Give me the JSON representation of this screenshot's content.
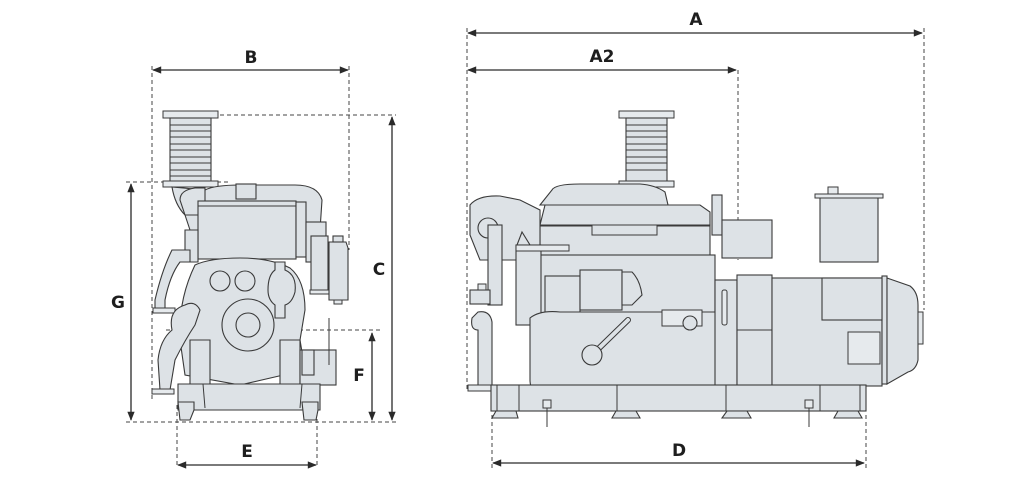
{
  "drawing": {
    "title": "Generator set dimension drawing",
    "colors": {
      "body_fill": "#dde2e6",
      "outline": "#3a3a3a",
      "dimension": "#2a2a2a"
    },
    "front_view": {
      "labels": {
        "width": "B",
        "height_total": "C",
        "height_exhaust_base": "G",
        "axis_height": "F",
        "foot_spacing": "E"
      }
    },
    "side_view": {
      "labels": {
        "length_total": "A",
        "length_engine": "A2",
        "base_length": "D"
      }
    }
  }
}
